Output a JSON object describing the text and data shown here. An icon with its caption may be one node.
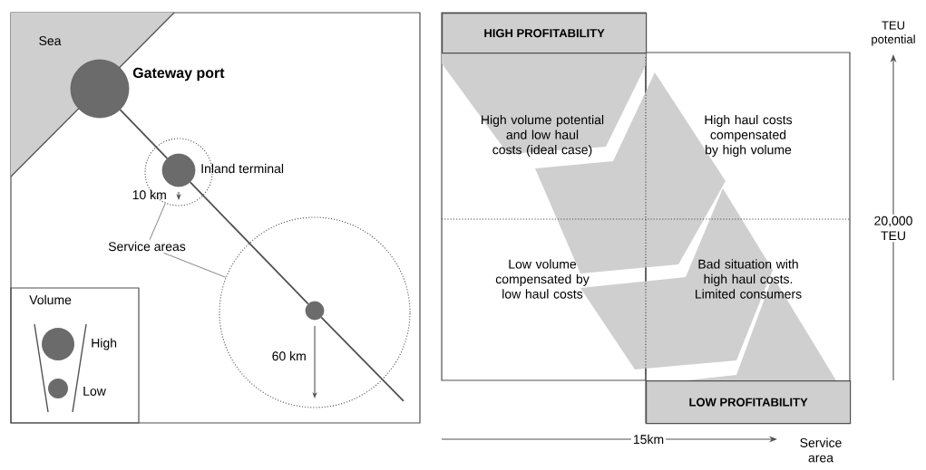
{
  "diagram": {
    "nodes": [
      {
        "text": [
          "Sea"
        ]
      },
      {
        "text": [
          "Gateway port"
        ]
      },
      {
        "text": [],
        "shape": "circle"
      },
      {
        "text": [
          "Inland terminal"
        ],
        "in": 2
      },
      {
        "text": [],
        "shape": "circle"
      },
      {
        "text": [],
        "shape": "circle",
        "in": 4
      },
      {
        "text": [
          "Service areas"
        ]
      },
      {
        "text": [
          "HIGH PROFITABILITY"
        ]
      },
      {
        "text": [
          "LOW PROFITABILITY"
        ]
      }
    ],
    "edges": [
      {
        "from": 1,
        "to": 3,
        "arrow": "none"
      },
      {
        "from": 3,
        "to": 5,
        "arrow": "none"
      },
      {
        "from": 5,
        "to": null,
        "arrow": "none"
      },
      {
        "from": 6,
        "to": 2,
        "arrow": "none",
        "color": "#777777"
      },
      {
        "from": 6,
        "to": 4,
        "arrow": "none",
        "color": "#777777"
      }
    ],
    "labels": [
      "10 km",
      "Volume",
      "60 km",
      "High volume potential and low haul costs (ideal case)",
      "High haul costs compensated by high volume",
      "TEU potential",
      "20,000 TEU",
      "Low volume compensated by low haul costs",
      "Bad situation with high haul costs. Limited consumers",
      "15km",
      "Service area"
    ],
    "legend": [
      {
        "text": "High"
      },
      {
        "text": "Low"
      }
    ]
  }
}
